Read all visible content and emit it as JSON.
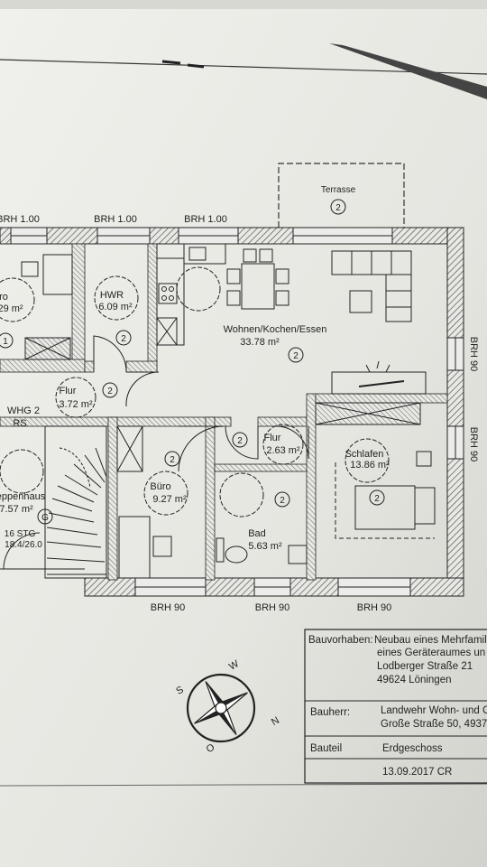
{
  "rooms": {
    "terrasse": {
      "name": "Terrasse",
      "num": "2"
    },
    "wohnen": {
      "name": "Wohnen/Kochen/Essen",
      "area": "33.78 m²",
      "num": "2"
    },
    "hwr": {
      "name": "HWR",
      "area": "6.09 m²",
      "num": "2"
    },
    "room_left": {
      "name": "ro",
      "area": ".29 m²",
      "num": "1"
    },
    "flur1": {
      "name": "Flur",
      "area": "3.72 m²",
      "num": "2"
    },
    "flur2": {
      "name": "Flur",
      "area": "2.63 m²",
      "num": "2"
    },
    "whg": {
      "name": "WHG 2",
      "code": "RS"
    },
    "treppenhaus": {
      "name": "Treppenhaus",
      "area": "7.57 m²",
      "num": "G",
      "steps": "16 STG",
      "step_size": "18.4/26.0"
    },
    "buero": {
      "name": "Büro",
      "area": "9.27 m²",
      "num": "2"
    },
    "bad": {
      "name": "Bad",
      "area": "5.63 m²",
      "num": "2"
    },
    "schlafen": {
      "name": "Schlafen",
      "area": "13.86 m²",
      "num": "2"
    },
    "door_num_a": "2",
    "door_num_b": "2"
  },
  "windows": {
    "top1": "BRH 1.00",
    "top2": "BRH 1.00",
    "top3": "BRH 1.00",
    "right1": "BRH 90",
    "right2": "BRH 90",
    "bottom1": "BRH 90",
    "bottom2": "BRH 90",
    "bottom3": "BRH 90"
  },
  "compass": {
    "n": "N",
    "s": "S",
    "w": "W",
    "o": "O"
  },
  "title_block": {
    "bauvorhaben_label": "Bauvorhaben:",
    "bauvorhaben_line1": "Neubau eines Mehrfamil",
    "bauvorhaben_line2": "eines Geräteraumes un",
    "bauvorhaben_line3": "Lodberger Straße 21",
    "bauvorhaben_line4": "49624 Löningen",
    "bauherr_label": "Bauherr:",
    "bauherr_line1": "Landwehr Wohn- und C",
    "bauherr_line2": "Große Straße 50, 4937",
    "bauteil_label": "Bauteil",
    "bauteil_value": "Erdgeschoss",
    "date": "13.09.2017 CR"
  },
  "colors": {
    "paper": "#ecece8",
    "ink": "#222222",
    "hatch": "#555555"
  }
}
